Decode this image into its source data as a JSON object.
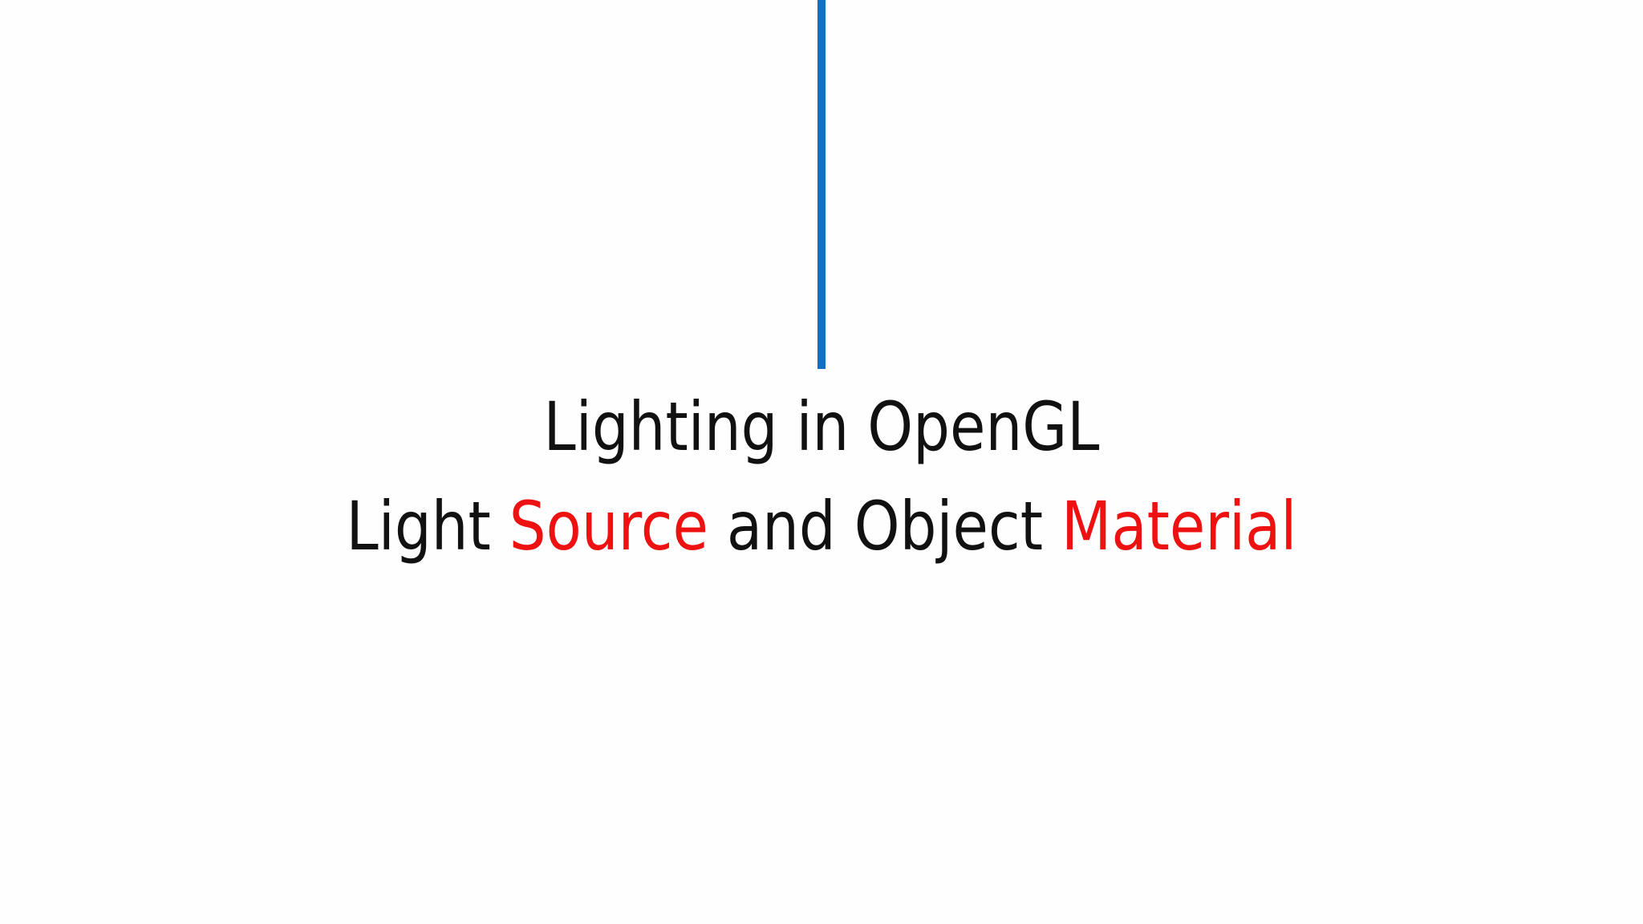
{
  "colors": {
    "accent_line": "#1170c2",
    "text": "#111111",
    "highlight": "#ee1111",
    "background": "#fefefe"
  },
  "title": {
    "line1": "Lighting in OpenGL",
    "line2": {
      "part1": "Light ",
      "highlight1": "Source",
      "part2": " and Object ",
      "highlight2": "Material"
    }
  }
}
